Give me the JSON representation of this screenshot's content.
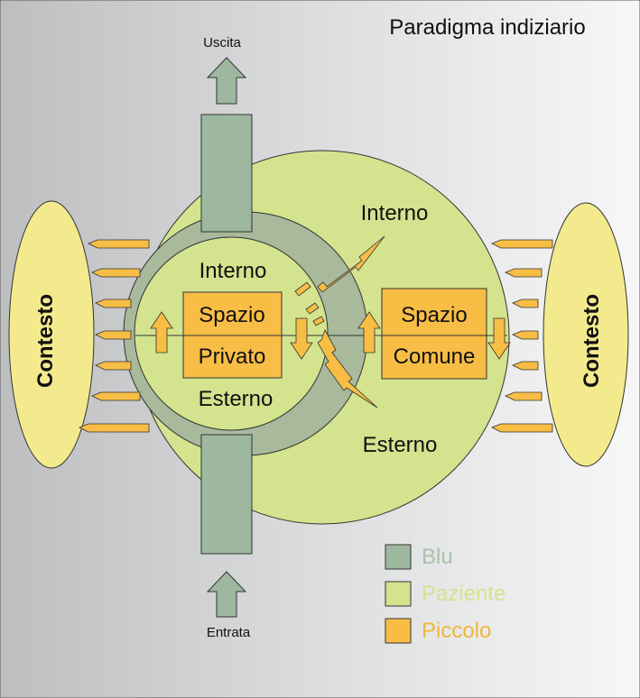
{
  "title": "Paradigma indiziario",
  "labels": {
    "exit": "Uscita",
    "entry": "Entrata",
    "context_left": "Contesto",
    "context_right": "Contesto",
    "inner_top": "Interno",
    "inner_bottom": "Esterno",
    "outer_top": "Interno",
    "outer_bottom": "Esterno",
    "private_space_line1": "Spazio",
    "private_space_line2": "Privato",
    "common_space_line1": "Spazio",
    "common_space_line2": "Comune"
  },
  "legend": [
    {
      "label": "Blu",
      "color": "#9DB89E",
      "text_color": "#A9C2AA"
    },
    {
      "label": "Paziente",
      "color": "#D3E38E",
      "text_color": "#D3E38E"
    },
    {
      "label": "Piccolo",
      "color": "#F7BD45",
      "text_color": "#F2B53A"
    }
  ],
  "colors": {
    "blu": "#9DB89E",
    "paziente": "#D3E38E",
    "piccolo": "#F7BD45",
    "contesto": "#F3EA8D",
    "ring": "#A8B99C"
  }
}
